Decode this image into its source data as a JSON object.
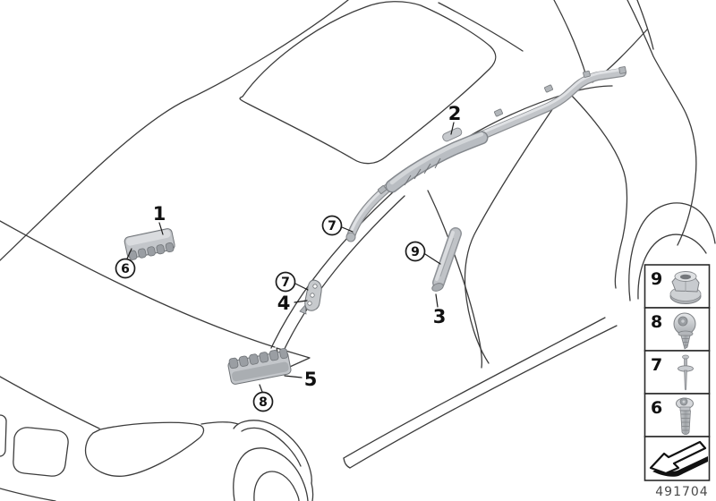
{
  "diagram": {
    "part_number": "491704",
    "colors": {
      "outline": "#3c3c3c",
      "callout_ink": "#1c1c1c",
      "part_fill_light": "#c9ccd0",
      "part_fill_mid": "#a9adb2",
      "part_fill_dark": "#8a8d91"
    }
  },
  "callouts": {
    "plain": [
      {
        "label": "1",
        "target": "front-airbag-module"
      },
      {
        "label": "2",
        "target": "curtain-head-airbag"
      },
      {
        "label": "3",
        "target": "seat-side-airbag"
      },
      {
        "label": "4",
        "target": "pillar-bracket"
      },
      {
        "label": "5",
        "target": "lower-airbag-module"
      }
    ],
    "circled": [
      {
        "label": "6",
        "target": "front-airbag-module-fastener"
      },
      {
        "label": "7",
        "target": "curtain-airbag-front-fastener"
      },
      {
        "label": "7",
        "target": "pillar-bracket-fastener"
      },
      {
        "label": "8",
        "target": "lower-module-fastener"
      },
      {
        "label": "9",
        "target": "seat-airbag-fastener"
      }
    ]
  },
  "legend": {
    "items": [
      {
        "number": "9",
        "icon": "flange-nut-icon"
      },
      {
        "number": "8",
        "icon": "tapping-screw-icon"
      },
      {
        "number": "7",
        "icon": "blind-rivet-icon"
      },
      {
        "number": "6",
        "icon": "torx-screw-icon"
      },
      {
        "number": "",
        "icon": "direction-arrow-icon"
      }
    ],
    "part_number": "491704"
  }
}
